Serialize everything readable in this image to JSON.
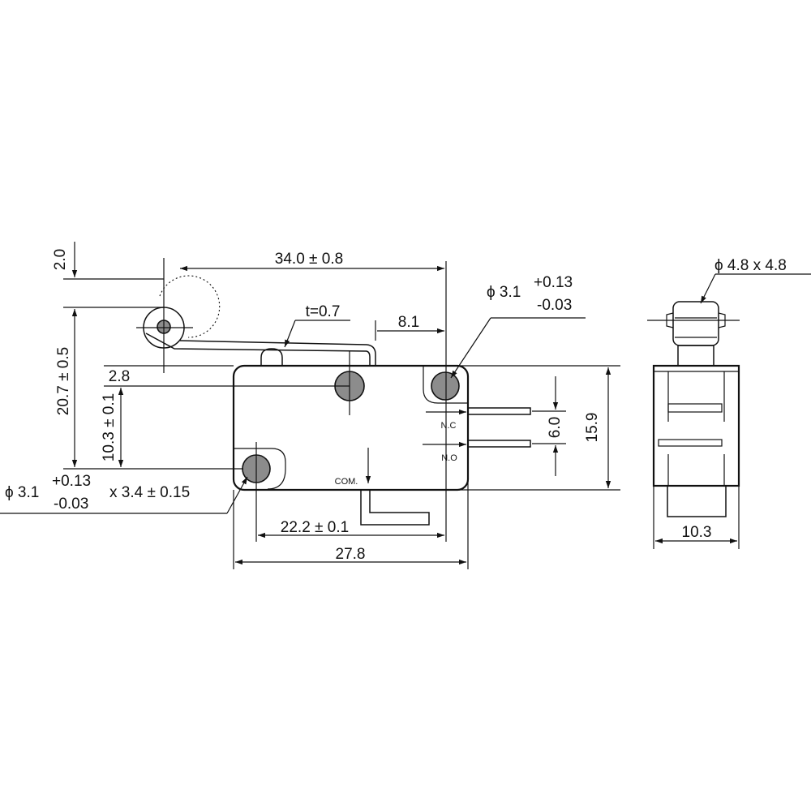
{
  "dims": {
    "d34": "34.0 ± 0.8",
    "d2": "2.0",
    "t07": "t=0.7",
    "d81": "8.1",
    "phi31_top": "ϕ 3.1",
    "tol_plus_top": "+0.13",
    "tol_minus_top": "-0.03",
    "d28": "2.8",
    "d207": "20.7 ± 0.5",
    "d103": "10.3 ± 0.1",
    "nc": "N.C",
    "no": "N.O",
    "d60": "6.0",
    "d159": "15.9",
    "phi31_bot": "ϕ 3.1",
    "tol_plus_bot": "+0.13",
    "tol_minus_bot": "-0.03",
    "x34": "x 3.4 ± 0.15",
    "com": "COM.",
    "d222": "22.2 ± 0.1",
    "d278": "27.8",
    "phi48": "ϕ 4.8 x 4.8",
    "d103side": "10.3"
  }
}
